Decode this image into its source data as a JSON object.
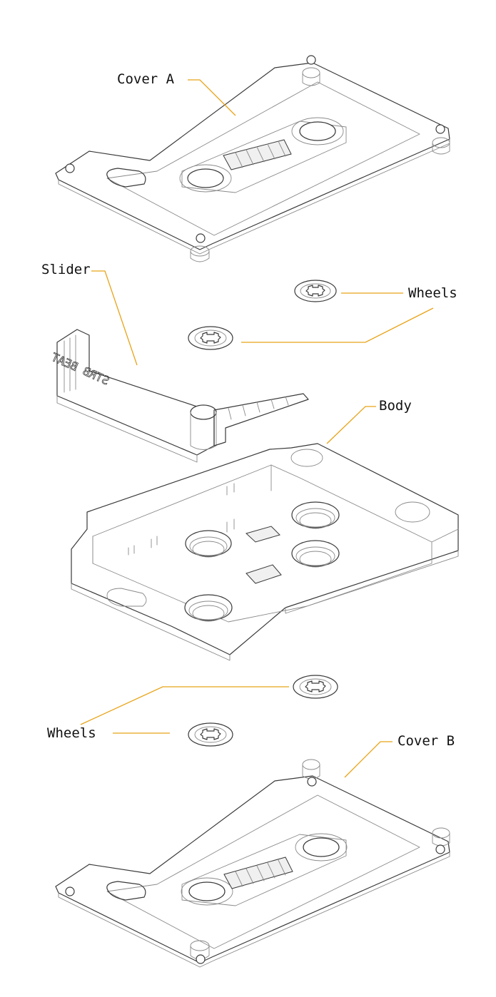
{
  "labels": {
    "cover_a": "Cover A",
    "slider": "Slider",
    "wheels_top": "Wheels",
    "body": "Body",
    "wheels_bottom": "Wheels",
    "cover_b": "Cover B"
  },
  "slider_engraving": "STRB BEAT",
  "colors": {
    "leader_line": "#e8a317",
    "outline": "#3a3a3a",
    "background": "#ffffff"
  }
}
